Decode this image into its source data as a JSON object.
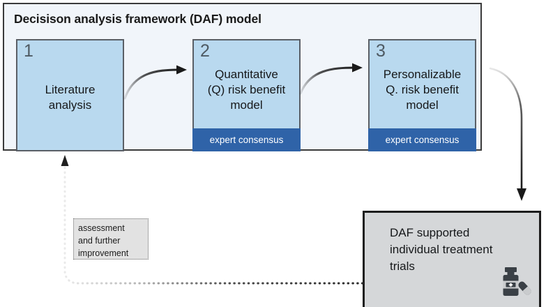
{
  "framework": {
    "title": "Decisison analysis framework (DAF) model",
    "border_color": "#3b3b3b",
    "background_color": "#f1f5fa"
  },
  "stages": [
    {
      "number": "1",
      "label": "Literature\nanalysis",
      "label_line_1": "Literature",
      "label_line_2": "analysis",
      "has_consensus_band": false,
      "consensus_label": "",
      "fill_color": "#b9d9ef",
      "border_color": "#5a5f66"
    },
    {
      "number": "2",
      "label": "Quantitative (Q) risk benefit model",
      "label_line_1": "Quantitative",
      "label_line_2": "(Q) risk benefit",
      "label_line_3": "model",
      "has_consensus_band": true,
      "consensus_label": "expert consensus",
      "fill_color": "#b9d9ef",
      "border_color": "#5a5f66",
      "band_color": "#2f63a8"
    },
    {
      "number": "3",
      "label": "Personalizable Q. risk benefit model",
      "label_line_1": "Personalizable",
      "label_line_2": "Q. risk benefit",
      "label_line_3": "model",
      "has_consensus_band": true,
      "consensus_label": "expert consensus",
      "fill_color": "#b9d9ef",
      "border_color": "#5a5f66",
      "band_color": "#2f63a8"
    }
  ],
  "feedback": {
    "note_line_1": "assessment",
    "note_line_2": "and further",
    "note_line_3": "improvement",
    "note_fill": "#e2e2e2",
    "note_border": "#6f6f6f",
    "line_style": "dotted"
  },
  "outcome": {
    "label_line_1": "DAF supported",
    "label_line_2": "individual treatment",
    "label_line_3": "trials",
    "icon": "medicine-bottle-pill-icon",
    "fill_color": "#d5d7d9",
    "border_color": "#1d1d1d"
  },
  "connectors": [
    {
      "name": "stage1-to-stage2",
      "style": "solid-curved-arrow",
      "color": "#1a1a1a"
    },
    {
      "name": "stage2-to-stage3",
      "style": "solid-curved-arrow",
      "color": "#1a1a1a"
    },
    {
      "name": "stage3-to-outcome",
      "style": "solid-curved-arrow",
      "color": "#1a1a1a"
    },
    {
      "name": "outcome-to-stage1-feedback",
      "style": "dotted-arrow",
      "color": "#2b2b2b"
    }
  ]
}
